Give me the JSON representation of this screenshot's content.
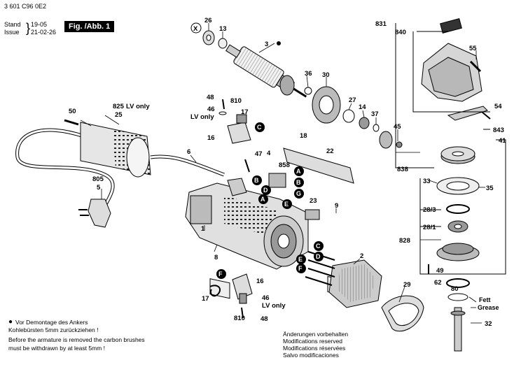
{
  "header": {
    "code": "3 601 C96 0E2",
    "stand_label": "Stand",
    "stand_value": "19-05",
    "issue_label": "Issue",
    "issue_value": "21-02-26",
    "figure": "Fig. /Abb. 1"
  },
  "notes": {
    "german": "Vor Demontage des Ankers",
    "german2": "Kohlebürsten 5mm zurückziehen !",
    "english": "Before the armature is removed the carbon brushes",
    "english2": "must be withdrawn by at least 5mm !",
    "modifications": [
      "Änderungen vorbehalten",
      "Modifications reserved",
      "Modifications réservées",
      "Salvo modificaciones"
    ]
  },
  "parts": {
    "p26": "26",
    "p13": "13",
    "p3": "3",
    "p36": "36",
    "p30": "30",
    "p27": "27",
    "p14": "14",
    "p37": "37",
    "p45": "45",
    "p831": "831",
    "p840": "840",
    "p55": "55",
    "p54": "54",
    "p843": "843",
    "p41": "41",
    "p838": "838",
    "p33": "33",
    "p35": "35",
    "p28_3": "28/3",
    "p28_1": "28/1",
    "p828": "828",
    "p49": "49",
    "p62": "62",
    "p80": "80",
    "p32": "32",
    "p48a": "48",
    "p810a": "810",
    "p46a": "46",
    "p17a": "17",
    "p16a": "16",
    "p18": "18",
    "p22": "22",
    "p47": "47",
    "p4": "4",
    "p858": "858",
    "p6": "6",
    "p825": "825",
    "p25": "25",
    "p50": "50",
    "p805": "805",
    "p5": "5",
    "p1": "1",
    "p8": "8",
    "p23": "23",
    "p9": "9",
    "p2": "2",
    "p29": "29",
    "p16b": "16",
    "p17b": "17",
    "p46b": "46",
    "p810b": "810",
    "p48b": "48",
    "lv_only": "LV only",
    "fett": "Fett",
    "grease": "Grease"
  },
  "markers": {
    "X": "X",
    "A": "A",
    "B": "B",
    "C": "C",
    "D": "D",
    "E": "E",
    "F": "F",
    "G": "G"
  }
}
